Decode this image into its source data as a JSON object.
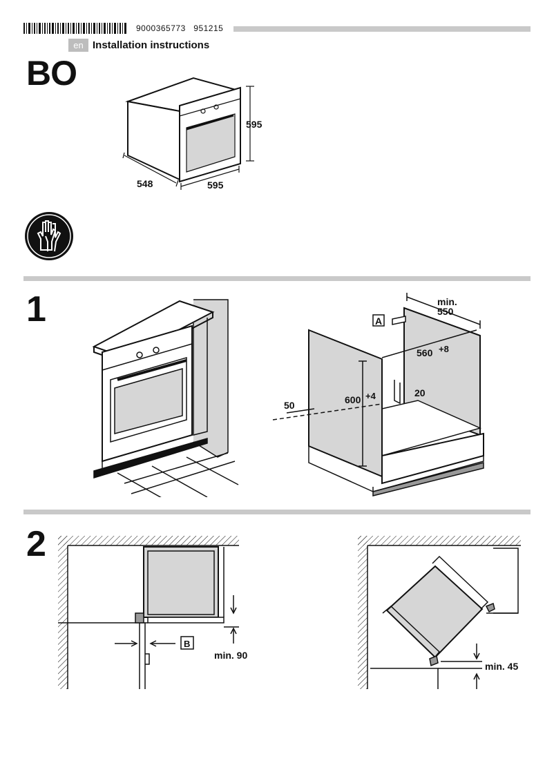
{
  "header": {
    "document_number": "9000365773",
    "document_code": "951215",
    "language_badge": "en",
    "subtitle": "Installation instructions",
    "brand": "BO"
  },
  "oven_dimensions": {
    "depth": "548",
    "width": "595",
    "height": "595"
  },
  "safety_icon": "gloves-icon",
  "step1": {
    "number": "1",
    "label_a": "A",
    "min_label": "min.",
    "depth_min": "550",
    "width": "560",
    "width_tol": "+8",
    "height": "600",
    "height_tol": "+4",
    "gap_20": "20",
    "gap_50": "50"
  },
  "step2": {
    "number": "2",
    "label_b": "B",
    "min_90": "min. 90",
    "min_45": "min. 45"
  },
  "colors": {
    "rule_gray": "#c9c9c9",
    "panel_gray": "#d6d6d6",
    "line": "#111111"
  }
}
